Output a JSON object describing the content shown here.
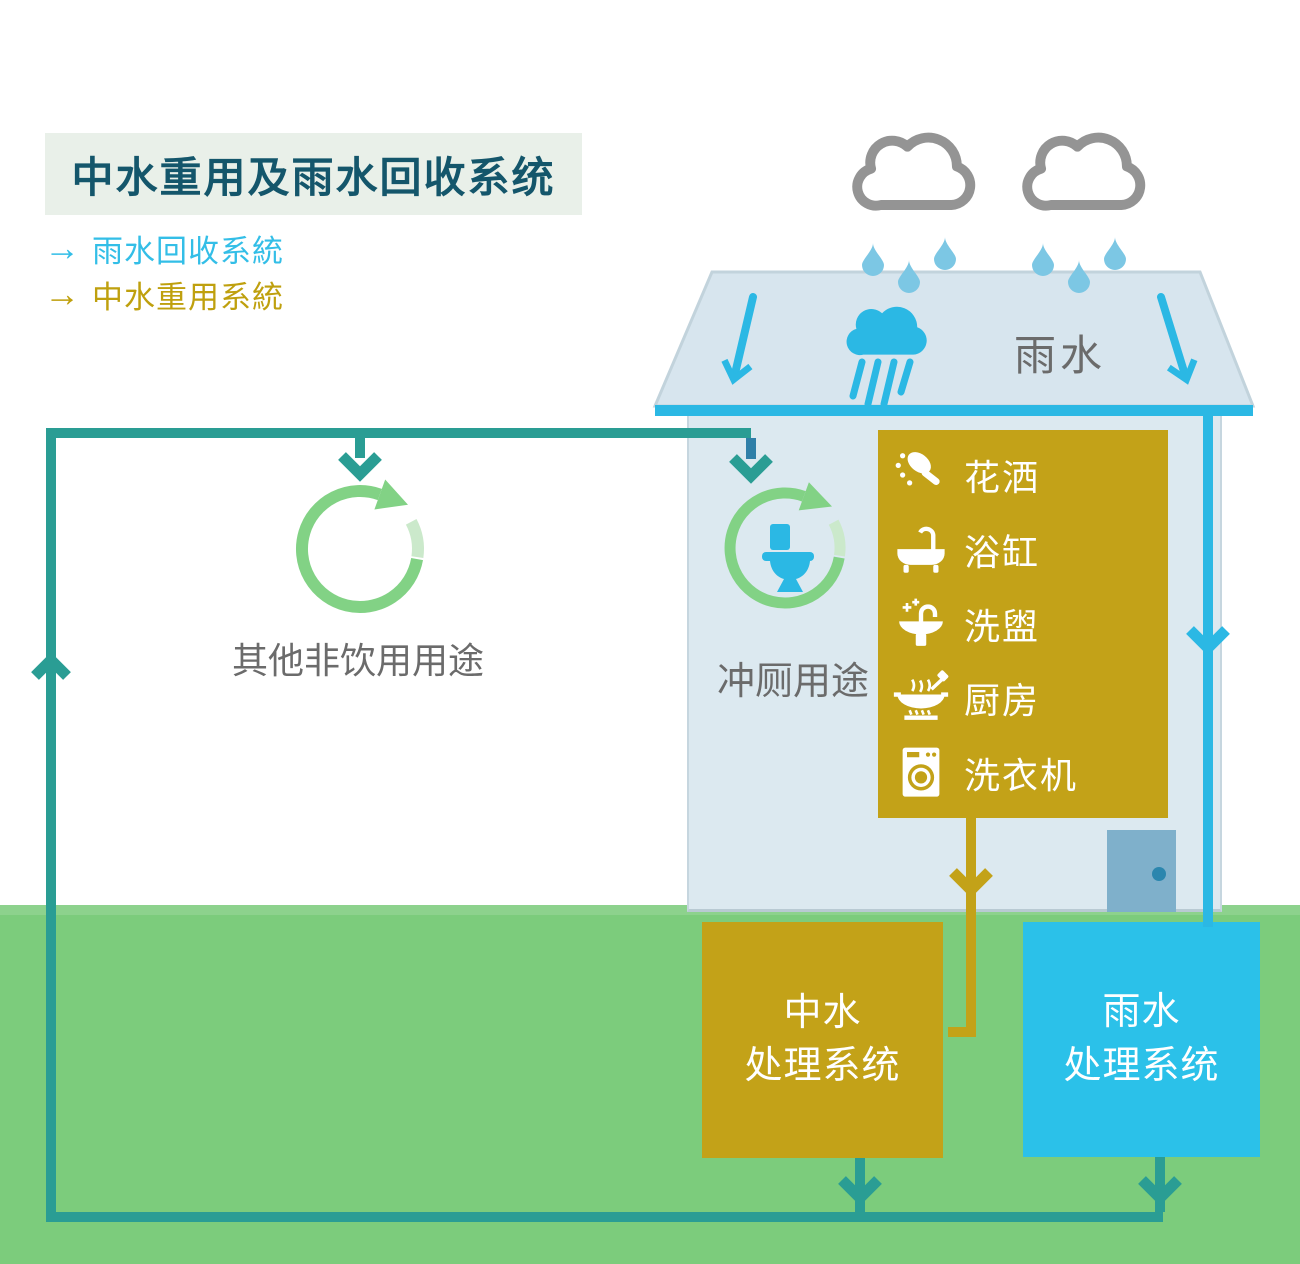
{
  "title": {
    "text": "中水重用及雨水回收系统"
  },
  "legend": {
    "items": [
      {
        "label": "雨水回收系統"
      },
      {
        "label": "中水重用系統"
      }
    ]
  },
  "roof": {
    "rain_label": "雨水"
  },
  "appliance_box": {
    "items": [
      {
        "icon": "shower-icon",
        "label": "花洒"
      },
      {
        "icon": "bathtub-icon",
        "label": "浴缸"
      },
      {
        "icon": "washbasin-icon",
        "label": "洗盥"
      },
      {
        "icon": "kitchen-icon",
        "label": "厨房"
      },
      {
        "icon": "washing-machine-icon",
        "label": "洗衣机"
      }
    ]
  },
  "uses": {
    "toilet_label": "冲厕用途",
    "other_label": "其他非饮用用途"
  },
  "tanks": {
    "greywater": {
      "line1": "中水",
      "line2": "处理系统"
    },
    "rainwater": {
      "line1": "雨水",
      "line2": "处理系统"
    }
  },
  "colors": {
    "teal_pipe": "#2A9D94",
    "cyan_pipe": "#2BB8E4",
    "gold": "#C3A218",
    "legend_rain": "#33BEE7",
    "legend_grey": "#BFA00E",
    "green_arrow": "#82D285",
    "ground": "#7CCC7C",
    "house": "#DCE9F0",
    "roof": "#D7E5EE",
    "tank_rain": "#2BC1E9",
    "title_text": "#14566B",
    "gray_text": "#6B6B6B"
  }
}
